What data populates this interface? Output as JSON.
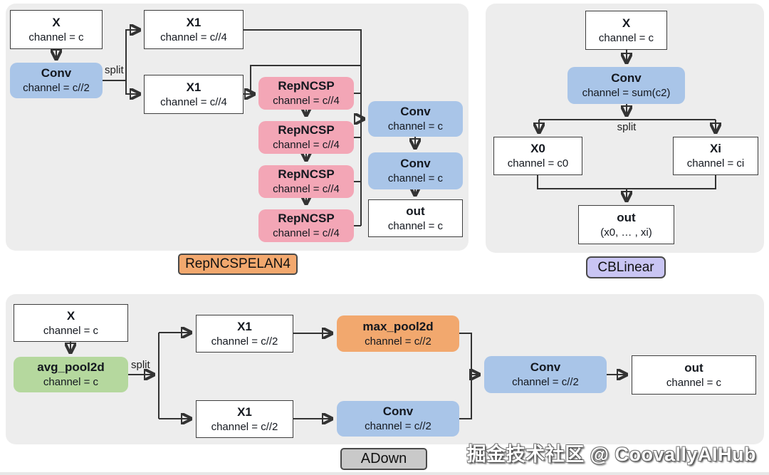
{
  "watermark": "掘金技术社区 @ CoovallyAIHub",
  "colors": {
    "blue": "#a9c5e8",
    "pink": "#f3a6b6",
    "orange": "#f2a86e",
    "green": "#b5d89e",
    "purple": "#c9c5f3",
    "gray_label": "#c9c9c9",
    "panel_bg": "#ededed",
    "wire": "#333333"
  },
  "panels": {
    "repncspelan4": {
      "tag": "RepNCSPELAN4",
      "split_label": "split",
      "x_in": {
        "title": "X",
        "subtitle": "channel = c"
      },
      "conv_in": {
        "title": "Conv",
        "subtitle": "channel = c//2"
      },
      "x1_top": {
        "title": "X1",
        "subtitle": "channel = c//4"
      },
      "x1_bottom": {
        "title": "X1",
        "subtitle": "channel = c//4"
      },
      "repncsp_blocks": [
        {
          "title": "RepNCSP",
          "subtitle": "channel = c//4"
        },
        {
          "title": "RepNCSP",
          "subtitle": "channel = c//4"
        },
        {
          "title": "RepNCSP",
          "subtitle": "channel = c//4"
        },
        {
          "title": "RepNCSP",
          "subtitle": "channel = c//4"
        }
      ],
      "conv_1": {
        "title": "Conv",
        "subtitle": "channel = c"
      },
      "conv_2": {
        "title": "Conv",
        "subtitle": "channel = c"
      },
      "out": {
        "title": "out",
        "subtitle": "channel = c"
      }
    },
    "cblinear": {
      "tag": "CBLinear",
      "split_label": "split",
      "x_in": {
        "title": "X",
        "subtitle": "channel = c"
      },
      "conv": {
        "title": "Conv",
        "subtitle": "channel = sum(c2)"
      },
      "x0": {
        "title": "X0",
        "subtitle": "channel = c0"
      },
      "xi": {
        "title": "Xi",
        "subtitle": "channel = ci"
      },
      "out": {
        "title": "out",
        "subtitle": "(x0, … , xi)"
      }
    },
    "adown": {
      "tag": "ADown",
      "split_label": "split",
      "x_in": {
        "title": "X",
        "subtitle": "channel = c"
      },
      "avg_pool": {
        "title": "avg_pool2d",
        "subtitle": "channel = c"
      },
      "x1_top": {
        "title": "X1",
        "subtitle": "channel = c//2"
      },
      "x1_bottom": {
        "title": "X1",
        "subtitle": "channel = c//2"
      },
      "max_pool": {
        "title": "max_pool2d",
        "subtitle": "channel = c//2"
      },
      "conv_bottom": {
        "title": "Conv",
        "subtitle": "channel = c//2"
      },
      "conv_merge": {
        "title": "Conv",
        "subtitle": "channel = c//2"
      },
      "out": {
        "title": "out",
        "subtitle": "channel = c"
      }
    }
  }
}
